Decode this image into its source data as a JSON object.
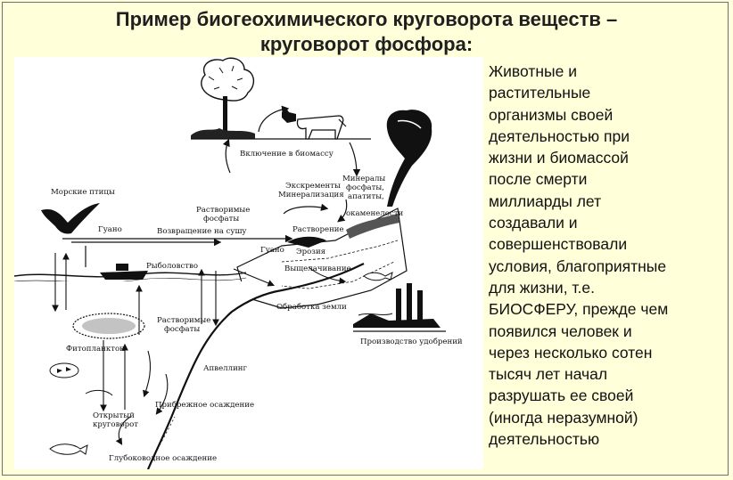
{
  "title": {
    "line1": "Пример биогеохимического круговорота веществ –",
    "line2": "круговорот фосфора:"
  },
  "description_lines": [
    "Животные и",
    "растительные",
    "организмы своей",
    "деятельностью при",
    "жизни и биомассой",
    "после смерти",
    "миллиарды лет",
    "создавали и",
    "совершенствовали",
    "условия, благоприятные",
    "для жизни, т.е.",
    "БИОСФЕРУ, прежде чем",
    "появился человек и",
    "через несколько сотен",
    "тысяч лет начал",
    "разрушать ее своей",
    "(иногда неразумной)",
    "деятельностью"
  ],
  "diagram": {
    "labels": {
      "biomass": "Включение в биомассу",
      "excrements_1": "Экскременты",
      "excrements_2": "Минерализация",
      "minerals_1": "Минералы",
      "minerals_2": "фосфаты,",
      "minerals_3": "апатиты,",
      "minerals_4": "окаменелости",
      "seabirds": "Морские птицы",
      "guano": "Гуано",
      "soluble_phosphates_1": "Растворимые",
      "soluble_phosphates_2": "фосфаты",
      "return_to_land": "Возвращение на сушу",
      "dissolution": "Растворение",
      "guano2": "Гуано",
      "erosion": "Эрозия",
      "fishing": "Рыболовство",
      "leaching": "Выщелачивание",
      "tillage": "Обработка земли",
      "soluble_phosphates_sea_1": "Растворимые",
      "soluble_phosphates_sea_2": "фосфаты",
      "phytoplankton": "Фитопланктон",
      "upwelling": "Апвеллинг",
      "coastal_deposition": "Прибрежное осаждение",
      "open_cycle_1": "Открытый",
      "open_cycle_2": "круговорот",
      "fertilizer_production": "Производство удобрений",
      "deep_deposition": "Глубоководное осаждение"
    }
  }
}
